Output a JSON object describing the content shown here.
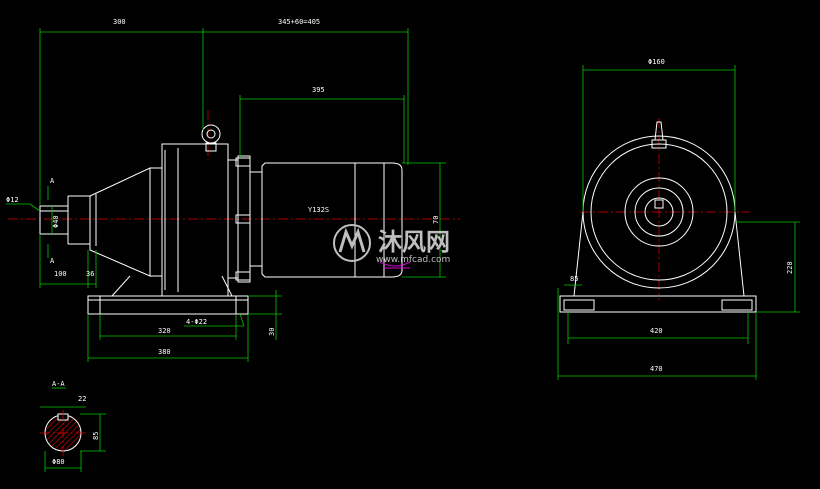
{
  "dimensions": {
    "d300": "300",
    "d345": "345+60=405",
    "d395": "395",
    "d160": "Φ160",
    "d12": "Φ12",
    "d40": "Φ40",
    "d100": "100",
    "d36": "36",
    "d320": "320",
    "d4022": "4-Φ22",
    "d30": "30",
    "d380": "380",
    "d70": "70",
    "d85": "85",
    "d420": "420",
    "d470": "470",
    "d220": "220",
    "d22": "22",
    "d85b": "85",
    "d80": "Φ80"
  },
  "labels": {
    "motor_model": "Y132S",
    "section": "A-A",
    "cut_top": "A",
    "cut_bottom": "A"
  },
  "watermark": {
    "brand": "沐风网",
    "url": "www.mfcad.com"
  },
  "colors": {
    "background": "#000000",
    "outline": "#ffffff",
    "dimension": "#00c800",
    "centerline": "#e00000",
    "accent": "#d000d0"
  }
}
